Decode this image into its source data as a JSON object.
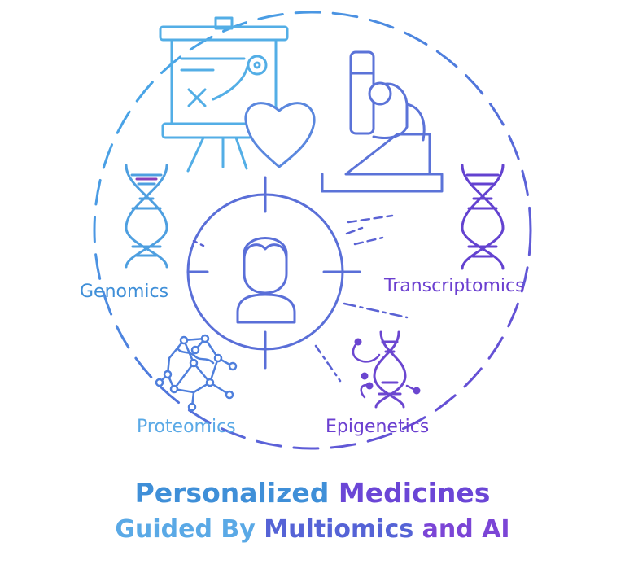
{
  "labels": {
    "genomics": "Genomics",
    "transcriptomics": "Transcriptomics",
    "proteomics": "Proteomics",
    "epigenetics": "Epigenetics"
  },
  "title": {
    "line1_part1": "Personalized",
    "line1_part2": "Medicines",
    "line2_part1": "Guided By",
    "line2_part2": "Multiomics",
    "line2_part3": "and AI"
  },
  "icons": {
    "whiteboard": "strategy-board-icon",
    "heart": "heart-icon",
    "microscope": "microscope-icon",
    "dna_left": "dna-icon",
    "dna_right": "dna-icon",
    "person": "person-target-icon",
    "protein": "protein-network-icon",
    "epigenetic_dna": "dna-modification-icon"
  },
  "colors": {
    "blue": "#3f8fd8",
    "light_blue": "#5aa9e6",
    "indigo": "#5563d6",
    "purple": "#6b3fd0",
    "violet": "#7b45d6"
  }
}
